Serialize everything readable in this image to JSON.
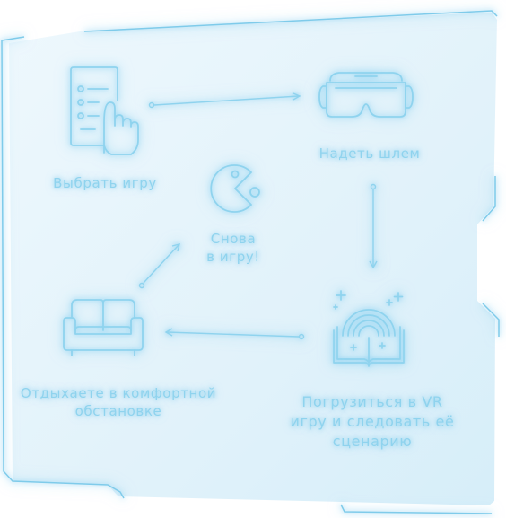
{
  "steps": {
    "choose_game": "Выбрать игру",
    "put_on_helmet": "Надеть шлем",
    "immerse_line1": "Погрузиться в VR",
    "immerse_line2": "игру и следовать её",
    "immerse_line3": "сценарию",
    "relax_line1": "Отдыхаете в комфортной",
    "relax_line2": "обстановке",
    "again_line1": "Снова",
    "again_line2": "в игру!"
  },
  "icons": {
    "choose_game": "checklist-hand-icon",
    "put_on_helmet": "vr-headset-icon",
    "immerse": "rainbow-book-icon",
    "relax": "sofa-icon",
    "again": "pacman-icon"
  },
  "colors": {
    "panel": "#e3f3fb",
    "frame_line": "#7fcbea",
    "icon_stroke": "#8fd3ee",
    "text": "#8fd3ee"
  }
}
